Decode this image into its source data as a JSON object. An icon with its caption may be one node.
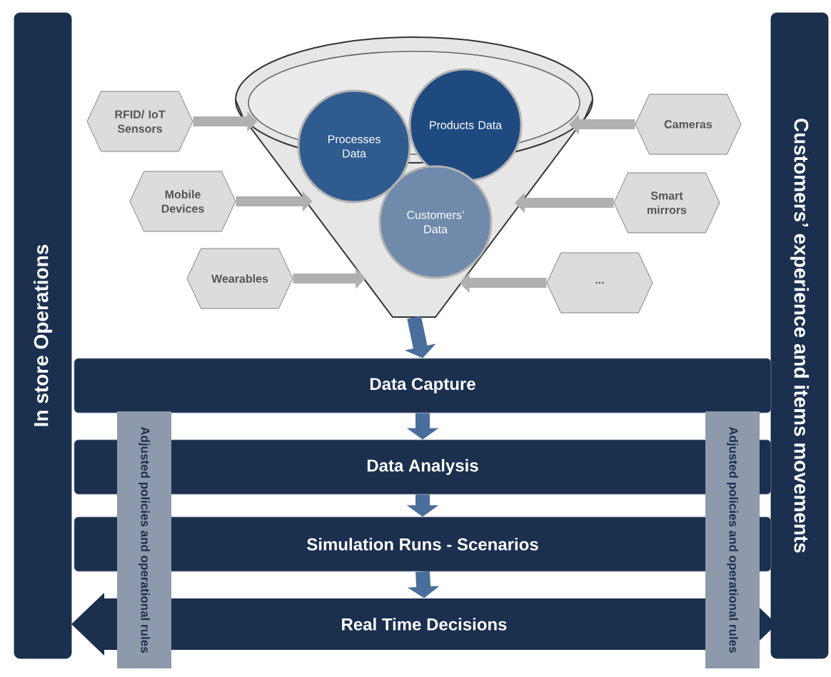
{
  "diagram": {
    "nodes": [
      {
        "text": [
          "In store Operations"
        ]
      },
      {
        "text": [
          "Customers’ experience and items movements"
        ]
      },
      {
        "text": [],
        "shape": "funnel"
      },
      {
        "text": [
          "Processes Data"
        ],
        "in": 2
      },
      {
        "text": [
          "Products Data"
        ],
        "in": 2
      },
      {
        "text": [
          "Customers’ Data"
        ],
        "in": 2
      },
      {
        "text": [
          "RFID/ IoT Sensors"
        ]
      },
      {
        "text": [
          "Mobile Devices"
        ]
      },
      {
        "text": [
          "Wearables"
        ]
      },
      {
        "text": [
          "Cameras"
        ]
      },
      {
        "text": [
          "Smart mirrors"
        ]
      },
      {
        "text": [
          "..."
        ]
      },
      {
        "text": [
          "Data Capture"
        ]
      },
      {
        "text": [
          "Data Analysis"
        ]
      },
      {
        "text": [
          "Simulation Runs - Scenarios"
        ]
      },
      {
        "text": [
          "Real Time Decisions"
        ]
      },
      {
        "text": [
          "Adjusted policies and operational rules"
        ]
      },
      {
        "text": [
          "Adjusted policies and operational rules"
        ]
      }
    ],
    "edges": [
      {
        "from": 6,
        "to": 2,
        "arrow": "to"
      },
      {
        "from": 7,
        "to": 2,
        "arrow": "to"
      },
      {
        "from": 8,
        "to": 2,
        "arrow": "to"
      },
      {
        "from": 9,
        "to": 2,
        "arrow": "to"
      },
      {
        "from": 10,
        "to": 2,
        "arrow": "to"
      },
      {
        "from": 11,
        "to": 2,
        "arrow": "to"
      },
      {
        "from": 2,
        "to": 12,
        "arrow": "to",
        "color": "#4a6e9c"
      },
      {
        "from": 12,
        "to": 13,
        "arrow": "to",
        "color": "#4a6e9c"
      },
      {
        "from": 13,
        "to": 14,
        "arrow": "to",
        "color": "#4a6e9c"
      },
      {
        "from": 14,
        "to": 15,
        "arrow": "to",
        "color": "#4a6e9c"
      }
    ]
  }
}
